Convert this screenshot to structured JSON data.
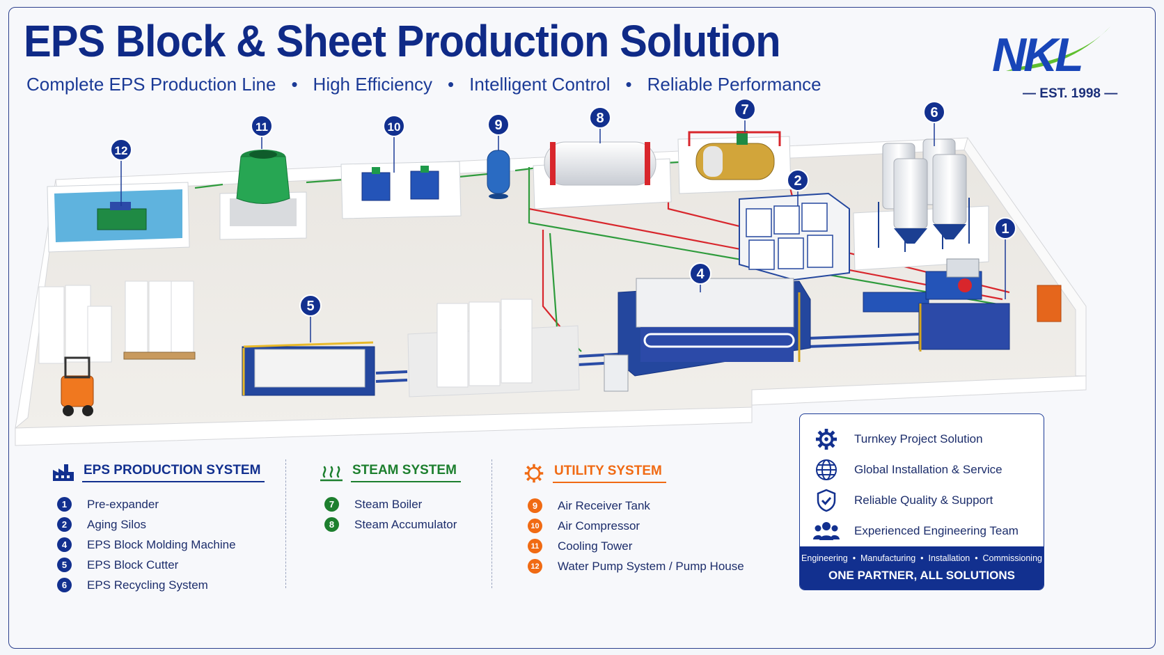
{
  "header": {
    "title": "EPS Block & Sheet Production Solution",
    "subtitle_items": [
      "Complete EPS Production Line",
      "High Efficiency",
      "Intelligent Control",
      "Reliable Performance"
    ],
    "subtitle_separator": "•"
  },
  "logo": {
    "text": "NKL",
    "est": "— EST. 1998 —"
  },
  "callouts": [
    {
      "id": "c1",
      "label": "1"
    },
    {
      "id": "c2",
      "label": "2"
    },
    {
      "id": "c4",
      "label": "4"
    },
    {
      "id": "c5",
      "label": "5"
    },
    {
      "id": "c6",
      "label": "6"
    },
    {
      "id": "c7",
      "label": "7"
    },
    {
      "id": "c8",
      "label": "8"
    },
    {
      "id": "c9",
      "label": "9"
    },
    {
      "id": "c10",
      "label": "10"
    },
    {
      "id": "c11",
      "label": "11"
    },
    {
      "id": "c12",
      "label": "12"
    }
  ],
  "legend": {
    "production": {
      "title": "EPS PRODUCTION SYSTEM",
      "icon": "factory-icon",
      "color": "#12308f",
      "items": [
        {
          "num": "1",
          "label": "Pre-expander"
        },
        {
          "num": "2",
          "label": "Aging Silos"
        },
        {
          "num": "4",
          "label": "EPS Block Molding Machine"
        },
        {
          "num": "5",
          "label": "EPS Block Cutter"
        },
        {
          "num": "6",
          "label": "EPS Recycling System"
        }
      ]
    },
    "steam": {
      "title": "STEAM SYSTEM",
      "icon": "steam-icon",
      "color": "#1d7f2e",
      "items": [
        {
          "num": "7",
          "label": "Steam Boiler"
        },
        {
          "num": "8",
          "label": "Steam Accumulator"
        }
      ]
    },
    "utility": {
      "title": "UTILITY SYSTEM",
      "icon": "gear-icon",
      "color": "#f06a13",
      "items": [
        {
          "num": "9",
          "label": "Air Receiver Tank"
        },
        {
          "num": "10",
          "label": "Air Compressor"
        },
        {
          "num": "11",
          "label": "Cooling Tower"
        },
        {
          "num": "12",
          "label": "Water Pump System / Pump House"
        }
      ]
    }
  },
  "panel": {
    "features": [
      {
        "icon": "gear-icon",
        "label": "Turnkey Project Solution"
      },
      {
        "icon": "globe-icon",
        "label": "Global Installation & Service"
      },
      {
        "icon": "shield-check-icon",
        "label": "Reliable Quality & Support"
      },
      {
        "icon": "team-icon",
        "label": "Experienced Engineering Team"
      }
    ],
    "services_line": "Engineering  •  Manufacturing  •  Installation  •  Commissioning",
    "tagline": "ONE PARTNER, ALL SOLUTIONS"
  },
  "colors": {
    "brand_blue": "#12308f",
    "steam_green": "#1d7f2e",
    "utility_orange": "#f06a13",
    "steam_pipe_red": "#d8262c",
    "pipe_green": "#2e9b3c"
  }
}
